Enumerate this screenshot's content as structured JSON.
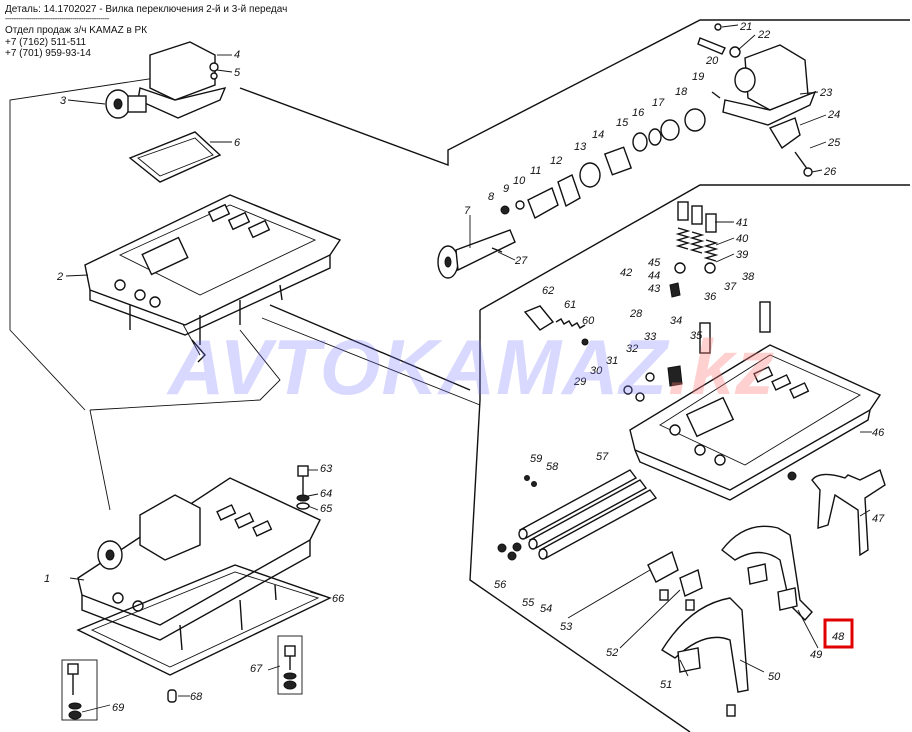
{
  "header": {
    "title": "Деталь: 14.1702027 - Вилка переключения 2-й и 3-й передач",
    "divider": "------------------------------------------------",
    "dept": "Отдел продаж з/ч KAMAZ в РК",
    "phone1": "+7 (7162) 511-511",
    "phone2": "+7 (701) 959-93-14"
  },
  "watermark": {
    "main": "AVTOKAMAZ",
    "suffix": ".kz"
  },
  "parts": {
    "p1": "1",
    "p2": "2",
    "p3": "3",
    "p4": "4",
    "p5": "5",
    "p6": "6",
    "p7": "7",
    "p8": "8",
    "p9": "9",
    "p10": "10",
    "p11": "11",
    "p12": "12",
    "p13": "13",
    "p14": "14",
    "p15": "15",
    "p16": "16",
    "p17": "17",
    "p18": "18",
    "p19": "19",
    "p20": "20",
    "p21": "21",
    "p22": "22",
    "p23": "23",
    "p24": "24",
    "p25": "25",
    "p26": "26",
    "p27": "27",
    "p28": "28",
    "p29": "29",
    "p30": "30",
    "p31": "31",
    "p32": "32",
    "p33": "33",
    "p34": "34",
    "p35": "35",
    "p36": "36",
    "p37": "37",
    "p38": "38",
    "p39": "39",
    "p40": "40",
    "p41": "41",
    "p42": "42",
    "p43": "43",
    "p44": "44",
    "p45": "45",
    "p46": "46",
    "p47": "47",
    "p48": "48",
    "p49": "49",
    "p50": "50",
    "p51": "51",
    "p52": "52",
    "p53": "53",
    "p54": "54",
    "p55": "55",
    "p56": "56",
    "p57": "57",
    "p58": "58",
    "p59": "59",
    "p60": "60",
    "p61": "61",
    "p62": "62",
    "p63": "63",
    "p64": "64",
    "p65": "65",
    "p66": "66",
    "p67": "67",
    "p68": "68",
    "p69": "69"
  },
  "highlight": {
    "part": "48",
    "color": "#e00000"
  }
}
